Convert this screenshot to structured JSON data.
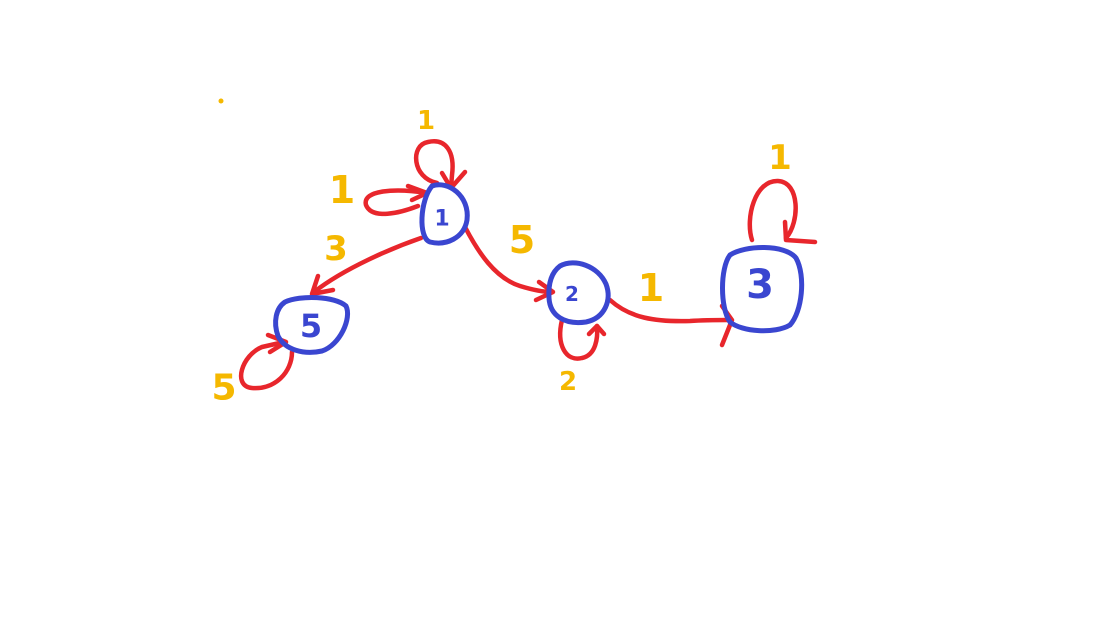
{
  "diagram": {
    "nodes": [
      {
        "id": "n1",
        "label": "1"
      },
      {
        "id": "n2",
        "label": "2"
      },
      {
        "id": "n3",
        "label": "3"
      },
      {
        "id": "n5",
        "label": "5"
      }
    ],
    "edges": [
      {
        "id": "e-1-1-top",
        "from": "1",
        "to": "1",
        "weight": "1"
      },
      {
        "id": "e-1-1-left",
        "from": "1",
        "to": "1",
        "weight": "1"
      },
      {
        "id": "e-1-5",
        "from": "1",
        "to": "5",
        "weight": "3"
      },
      {
        "id": "e-1-2",
        "from": "1",
        "to": "2",
        "weight": "5"
      },
      {
        "id": "e-2-3",
        "from": "2",
        "to": "3",
        "weight": "1"
      },
      {
        "id": "e-2-2",
        "from": "2",
        "to": "2",
        "weight": "2"
      },
      {
        "id": "e-3-3",
        "from": "3",
        "to": "3",
        "weight": "1"
      },
      {
        "id": "e-5-5",
        "from": "5",
        "to": "5",
        "weight": "5"
      }
    ],
    "colors": {
      "node": "#3a46d0",
      "edge": "#e8262c",
      "weight": "#f5b800",
      "background": "#ffffff"
    }
  }
}
